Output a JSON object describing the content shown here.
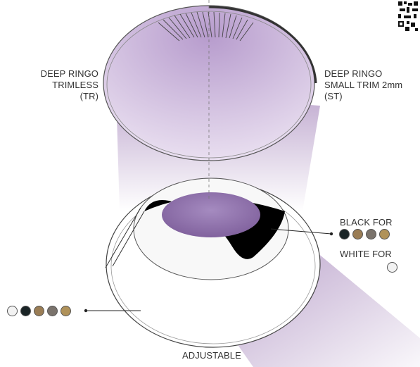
{
  "labels": {
    "trimless": [
      "DEEP RINGO",
      "TRIMLESS",
      "(TR)"
    ],
    "small_trim": [
      "DEEP RINGO",
      "SMALL TRIM 2mm",
      "(ST)"
    ],
    "black_for": "BLACK FOR",
    "white_for": "WHITE FOR",
    "adjustable": "ADJUSTABLE"
  },
  "colors": {
    "white": "#f2f2f2",
    "black": "#1a2426",
    "bronze": "#9a7d55",
    "grey": "#7a736c",
    "gold": "#b0925a",
    "beam": "#8c64a8",
    "inner_black": "#000000"
  },
  "swatches": {
    "black_for": [
      "black",
      "bronze",
      "grey",
      "gold"
    ],
    "white_for": [
      "white"
    ],
    "adjustable": [
      "white",
      "black",
      "bronze",
      "grey",
      "gold"
    ]
  },
  "icons": {
    "qr": "qr-code-icon"
  }
}
